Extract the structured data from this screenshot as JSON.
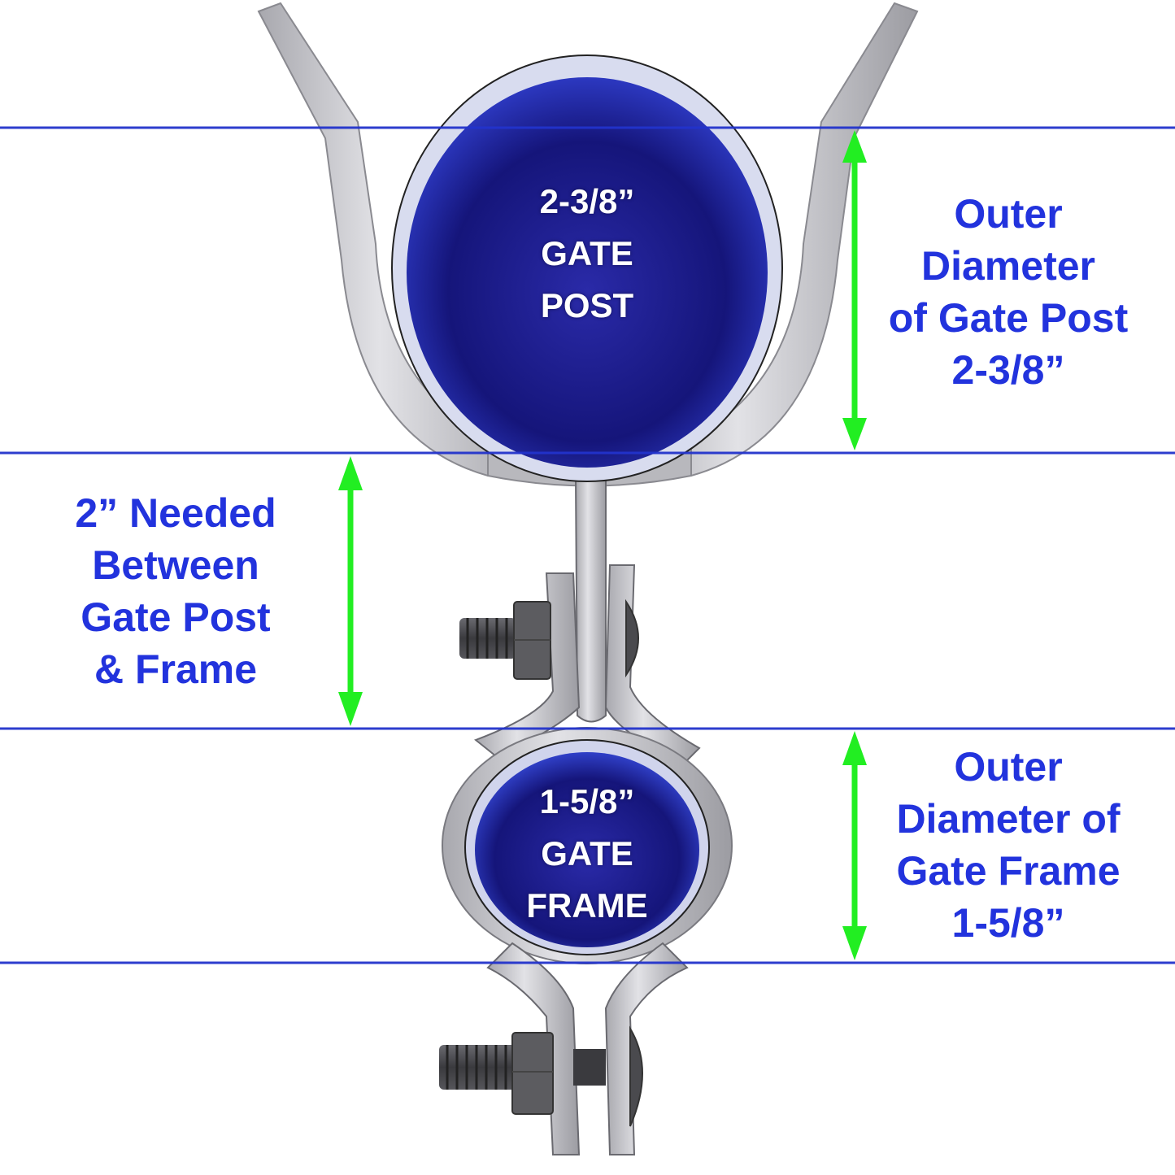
{
  "colors": {
    "guide_line": "#2233cc",
    "arrow": "#22ee22",
    "label_text": "#2233dd",
    "pipe_fill": "#1a1a8c",
    "metal": "#c8c8cc",
    "hardware": "#4a4a4e"
  },
  "gate_post": {
    "labels": [
      "2-3/8”",
      "GATE",
      "POST"
    ]
  },
  "gate_frame": {
    "labels": [
      "1-5/8”",
      "GATE",
      "FRAME"
    ]
  },
  "callouts": {
    "post_diameter": {
      "lines": [
        "Outer",
        "Diameter",
        "of Gate Post",
        "2-3/8”"
      ]
    },
    "gap": {
      "lines": [
        "2” Needed",
        "Between",
        "Gate Post",
        "& Frame"
      ]
    },
    "frame_diameter": {
      "lines": [
        "Outer",
        "Diameter of",
        "Gate Frame",
        "1-5/8”"
      ]
    }
  },
  "icons": {
    "double_arrow": "vertical-double-headed-arrow",
    "bolt": "carriage-bolt-with-hex-nut"
  }
}
